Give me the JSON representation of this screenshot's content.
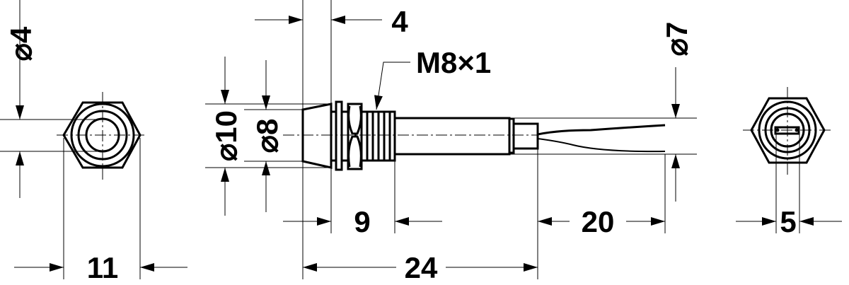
{
  "dimensions": {
    "front_bore_diameter": "⌀4",
    "front_across_flats": "11",
    "cone_outer_diameter": "⌀10",
    "cone_inner_diameter": "⌀8",
    "cone_length": "4",
    "thread": "M8×1",
    "thread_length": "9",
    "body_length": "24",
    "wire_length": "20",
    "body_diameter": "⌀7",
    "slot_width": "5"
  }
}
